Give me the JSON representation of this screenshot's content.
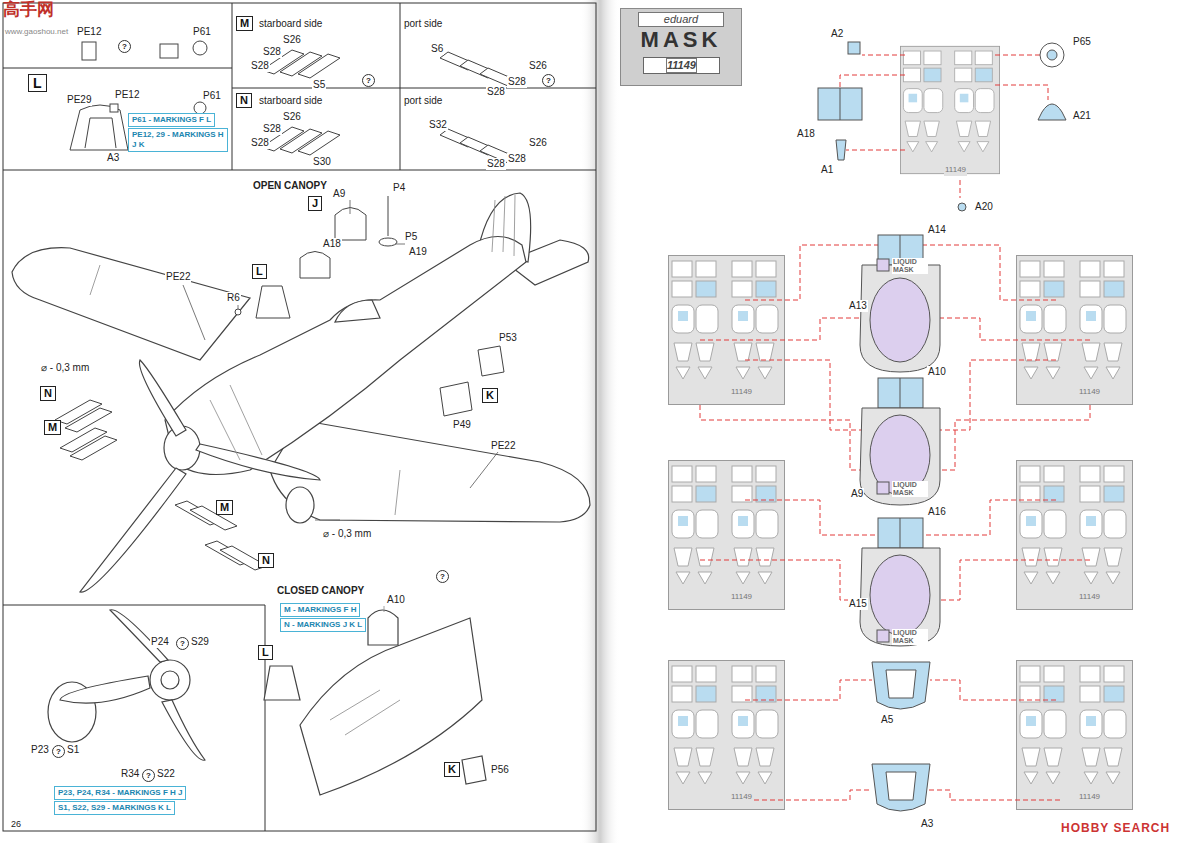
{
  "diagram": {
    "nodes": [
      {
        "text": [
          "L"
        ]
      },
      {
        "text": [
          "M"
        ]
      },
      {
        "text": [
          "N"
        ]
      },
      {
        "text": [
          "P61 - MARKINGS F L"
        ]
      },
      {
        "text": [
          "PE12, 29 - MARKINGS H J K"
        ]
      },
      {
        "text": [
          "J"
        ]
      },
      {
        "text": [
          "L"
        ]
      },
      {
        "text": [
          "N"
        ]
      },
      {
        "text": [
          "M"
        ]
      },
      {
        "text": [
          "K"
        ]
      },
      {
        "text": [
          "M"
        ]
      },
      {
        "text": [
          "N"
        ]
      },
      {
        "text": [
          "M - MARKINGS F H"
        ]
      },
      {
        "text": [
          "N - MARKINGS J K L"
        ]
      },
      {
        "text": [
          "L"
        ]
      },
      {
        "text": [
          "K"
        ]
      },
      {
        "text": [
          "P23, P24, R34 - MARKINGS F H J"
        ]
      },
      {
        "text": [
          "S1, S22, S29 - MARKINGS K L"
        ]
      },
      {
        "text": [
          "eduard",
          "MASK"
        ]
      },
      {
        "text": [
          "11149"
        ],
        "in": 18
      }
    ],
    "labels": [
      "高手网",
      "www.gaoshou.net",
      "PE12",
      "?",
      "P61",
      "PE29",
      "PE12",
      "P61",
      "A3",
      "starboard side",
      "S26",
      "S28",
      "S28",
      "S5",
      "port side",
      "S6",
      "S26",
      "S28",
      "S28",
      "starboard side",
      "?",
      "S26",
      "S28",
      "S28",
      "S30",
      "port side",
      "?",
      "S32",
      "S26",
      "S28",
      "S28",
      "OPEN CANOPY",
      "A9",
      "P4",
      "P5",
      "A19",
      "A18",
      "R6",
      "PE22",
      "⌀ - 0,3 mm",
      "P53",
      "P49",
      "PE22",
      "⌀ - 0,3 mm",
      "CLOSED CANOPY",
      "?",
      "A10",
      "P56",
      "P24",
      "?",
      "S29",
      "P23",
      "?",
      "S1",
      "R34",
      "?",
      "S22",
      "26",
      "A2",
      "P65",
      "A18",
      "A21",
      "A1",
      "A20",
      "11149",
      "A14",
      "LIQUID MASK",
      "A13",
      "A10",
      "A9",
      "LIQUID MASK",
      "A16",
      "A15",
      "LIQUID MASK",
      "A5",
      "A3",
      "11149",
      "11149",
      "11149",
      "11149",
      "11149",
      "11149",
      "HOBBY SEARCH"
    ]
  }
}
